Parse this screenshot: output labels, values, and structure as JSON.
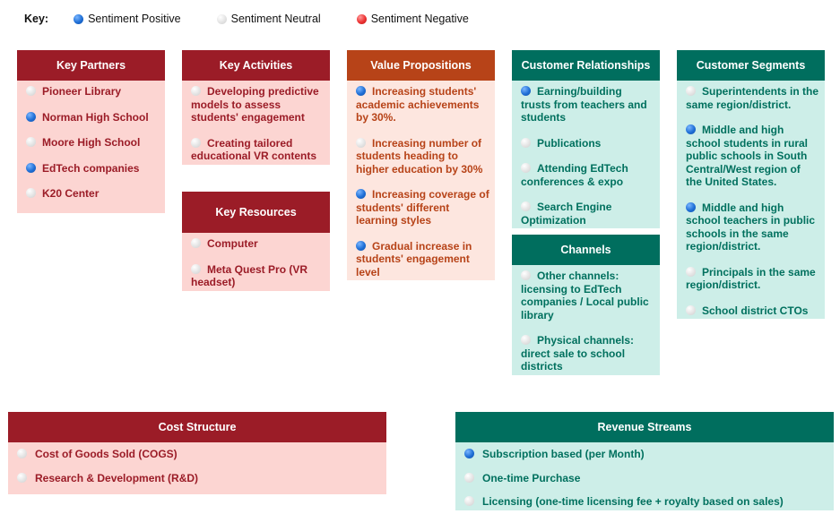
{
  "key": {
    "title": "Key:",
    "positive": "Sentiment Positive",
    "neutral": "Sentiment Neutral",
    "negative": "Sentiment Negative"
  },
  "colors": {
    "partners_red": "#9b1c27",
    "value_orange": "#b74318",
    "customer_teal": "#006e5e",
    "red_fill": "#fcd5d2",
    "orange_fill": "#fde6df",
    "teal_fill": "#cdeee8",
    "positive_dot": "#1f6fd6",
    "neutral_dot": "#e4e4e4",
    "negative_dot": "#ec3232"
  },
  "key_partners": {
    "title": "Key Partners",
    "items": [
      {
        "text": "Pioneer Library",
        "sentiment": "neutral"
      },
      {
        "text": "Norman High School",
        "sentiment": "positive"
      },
      {
        "text": "Moore High School",
        "sentiment": "neutral"
      },
      {
        "text": "EdTech companies",
        "sentiment": "positive"
      },
      {
        "text": "K20 Center",
        "sentiment": "neutral"
      }
    ]
  },
  "key_activities": {
    "title": "Key Activities",
    "items": [
      {
        "text": "Developing predictive models to assess students' engagement",
        "sentiment": "neutral"
      },
      {
        "text": "Creating tailored educational VR contents",
        "sentiment": "neutral"
      }
    ]
  },
  "key_resources": {
    "title": "Key Resources",
    "items": [
      {
        "text": "Computer",
        "sentiment": "neutral"
      },
      {
        "text": "Meta Quest Pro (VR headset)",
        "sentiment": "neutral"
      }
    ]
  },
  "value_propositions": {
    "title": "Value Propositions",
    "items": [
      {
        "text": "Increasing students' academic achievements by 30%.",
        "sentiment": "positive"
      },
      {
        "text": "Increasing number of students heading to higher education by 30%",
        "sentiment": "neutral"
      },
      {
        "text": "Increasing coverage of students' different learning styles",
        "sentiment": "positive"
      },
      {
        "text": "Gradual increase in students' engagement level",
        "sentiment": "positive"
      }
    ]
  },
  "customer_relationships": {
    "title": "Customer Relationships",
    "items": [
      {
        "text": "Earning/building trusts from teachers and students",
        "sentiment": "positive"
      },
      {
        "text": "Publications",
        "sentiment": "neutral"
      },
      {
        "text": "Attending EdTech conferences & expo",
        "sentiment": "neutral"
      },
      {
        "text": "Search Engine Optimization",
        "sentiment": "neutral"
      }
    ]
  },
  "channels": {
    "title": "Channels",
    "items": [
      {
        "text": "Other channels: licensing to EdTech companies / Local public library",
        "sentiment": "neutral"
      },
      {
        "text": "Physical channels: direct sale to school districts",
        "sentiment": "neutral"
      }
    ]
  },
  "customer_segments": {
    "title": "Customer Segments",
    "items": [
      {
        "text": "Superintendents in the same region/district.",
        "sentiment": "neutral"
      },
      {
        "text": "Middle and high school students in rural public schools in South Central/West region of the United States.",
        "sentiment": "positive"
      },
      {
        "text": "Middle and high school teachers in public schools in the same region/district.",
        "sentiment": "positive"
      },
      {
        "text": "Principals in the same region/district.",
        "sentiment": "neutral"
      },
      {
        "text": "School district CTOs",
        "sentiment": "neutral"
      }
    ]
  },
  "cost_structure": {
    "title": "Cost Structure",
    "items": [
      {
        "text": "Cost of Goods Sold (COGS)",
        "sentiment": "neutral"
      },
      {
        "text": "Research & Development (R&D)",
        "sentiment": "neutral"
      }
    ]
  },
  "revenue_streams": {
    "title": "Revenue Streams",
    "items": [
      {
        "text": "Subscription based (per Month)",
        "sentiment": "positive"
      },
      {
        "text": "One-time Purchase",
        "sentiment": "neutral"
      },
      {
        "text": "Licensing (one-time licensing fee + royalty based on sales)",
        "sentiment": "neutral"
      }
    ]
  }
}
